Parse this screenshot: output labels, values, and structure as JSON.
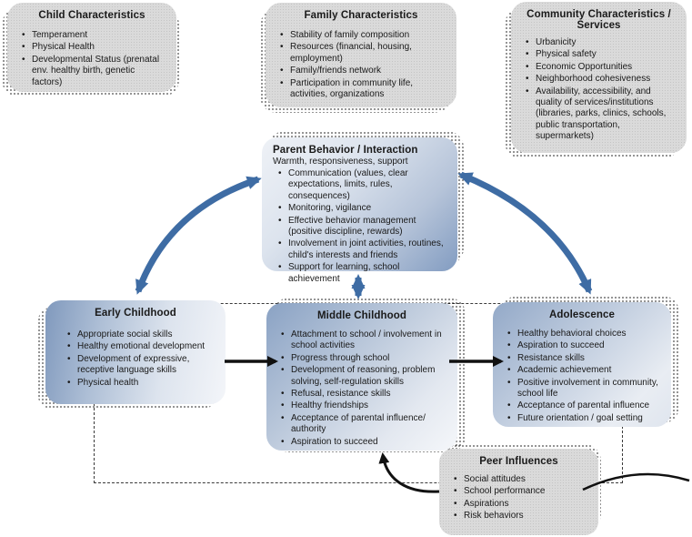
{
  "boxes": {
    "child": {
      "title": "Child Characteristics",
      "bullets": [
        "Temperament",
        "Physical Health",
        "Developmental Status (prenatal env. healthy birth, genetic factors)"
      ]
    },
    "family": {
      "title": "Family Characteristics",
      "bullets": [
        "Stability of family composition",
        "Resources (financial, housing, employment)",
        "Family/friends network",
        "Participation in community life, activities, organizations"
      ]
    },
    "community": {
      "title": "Community Characteristics / Services",
      "bullets": [
        "Urbanicity",
        "Physical safety",
        "Economic Opportunities",
        "Neighborhood cohesiveness",
        "Availability, accessibility, and quality of services/institutions (libraries, parks, clinics, schools, public transportation, supermarkets)"
      ]
    },
    "parent": {
      "title": "Parent Behavior / Interaction",
      "subtitle": "Warmth, responsiveness, support",
      "bullets": [
        "Communication (values, clear expectations, limits, rules, consequences)",
        "Monitoring, vigilance",
        "Effective behavior management (positive discipline, rewards)",
        "Involvement in joint activities, routines, child's interests and friends",
        "Support for learning, school achievement"
      ]
    },
    "early": {
      "title": "Early Childhood",
      "bullets": [
        "Appropriate social skills",
        "Healthy emotional development",
        "Development of expressive, receptive language skills",
        "Physical health"
      ]
    },
    "middle": {
      "title": "Middle Childhood",
      "bullets": [
        "Attachment to school / involvement in school activities",
        "Progress through school",
        "Development of reasoning, problem solving, self-regulation skills",
        "Refusal, resistance skills",
        "Healthy friendships",
        "Acceptance of parental influence/ authority",
        "Aspiration to succeed"
      ]
    },
    "adolescence": {
      "title": "Adolescence",
      "bullets": [
        "Healthy behavioral choices",
        "Aspiration to succeed",
        "Resistance skills",
        "Academic achievement",
        "Positive involvement in community, school life",
        "Acceptance of parental influence",
        "Future orientation / goal setting"
      ]
    },
    "peer": {
      "title": "Peer Influences",
      "bullets": [
        "Social attitudes",
        "School performance",
        "Aspirations",
        "Risk behaviors"
      ]
    }
  },
  "colors": {
    "gray_box": "#dadada",
    "blue_gradient_dark": "#829cc1",
    "blue_gradient_light": "#f3f5f9",
    "arrow_blue": "#3e6ca4",
    "arrow_black": "#111111",
    "frame_dash": "#3a3a3a"
  }
}
